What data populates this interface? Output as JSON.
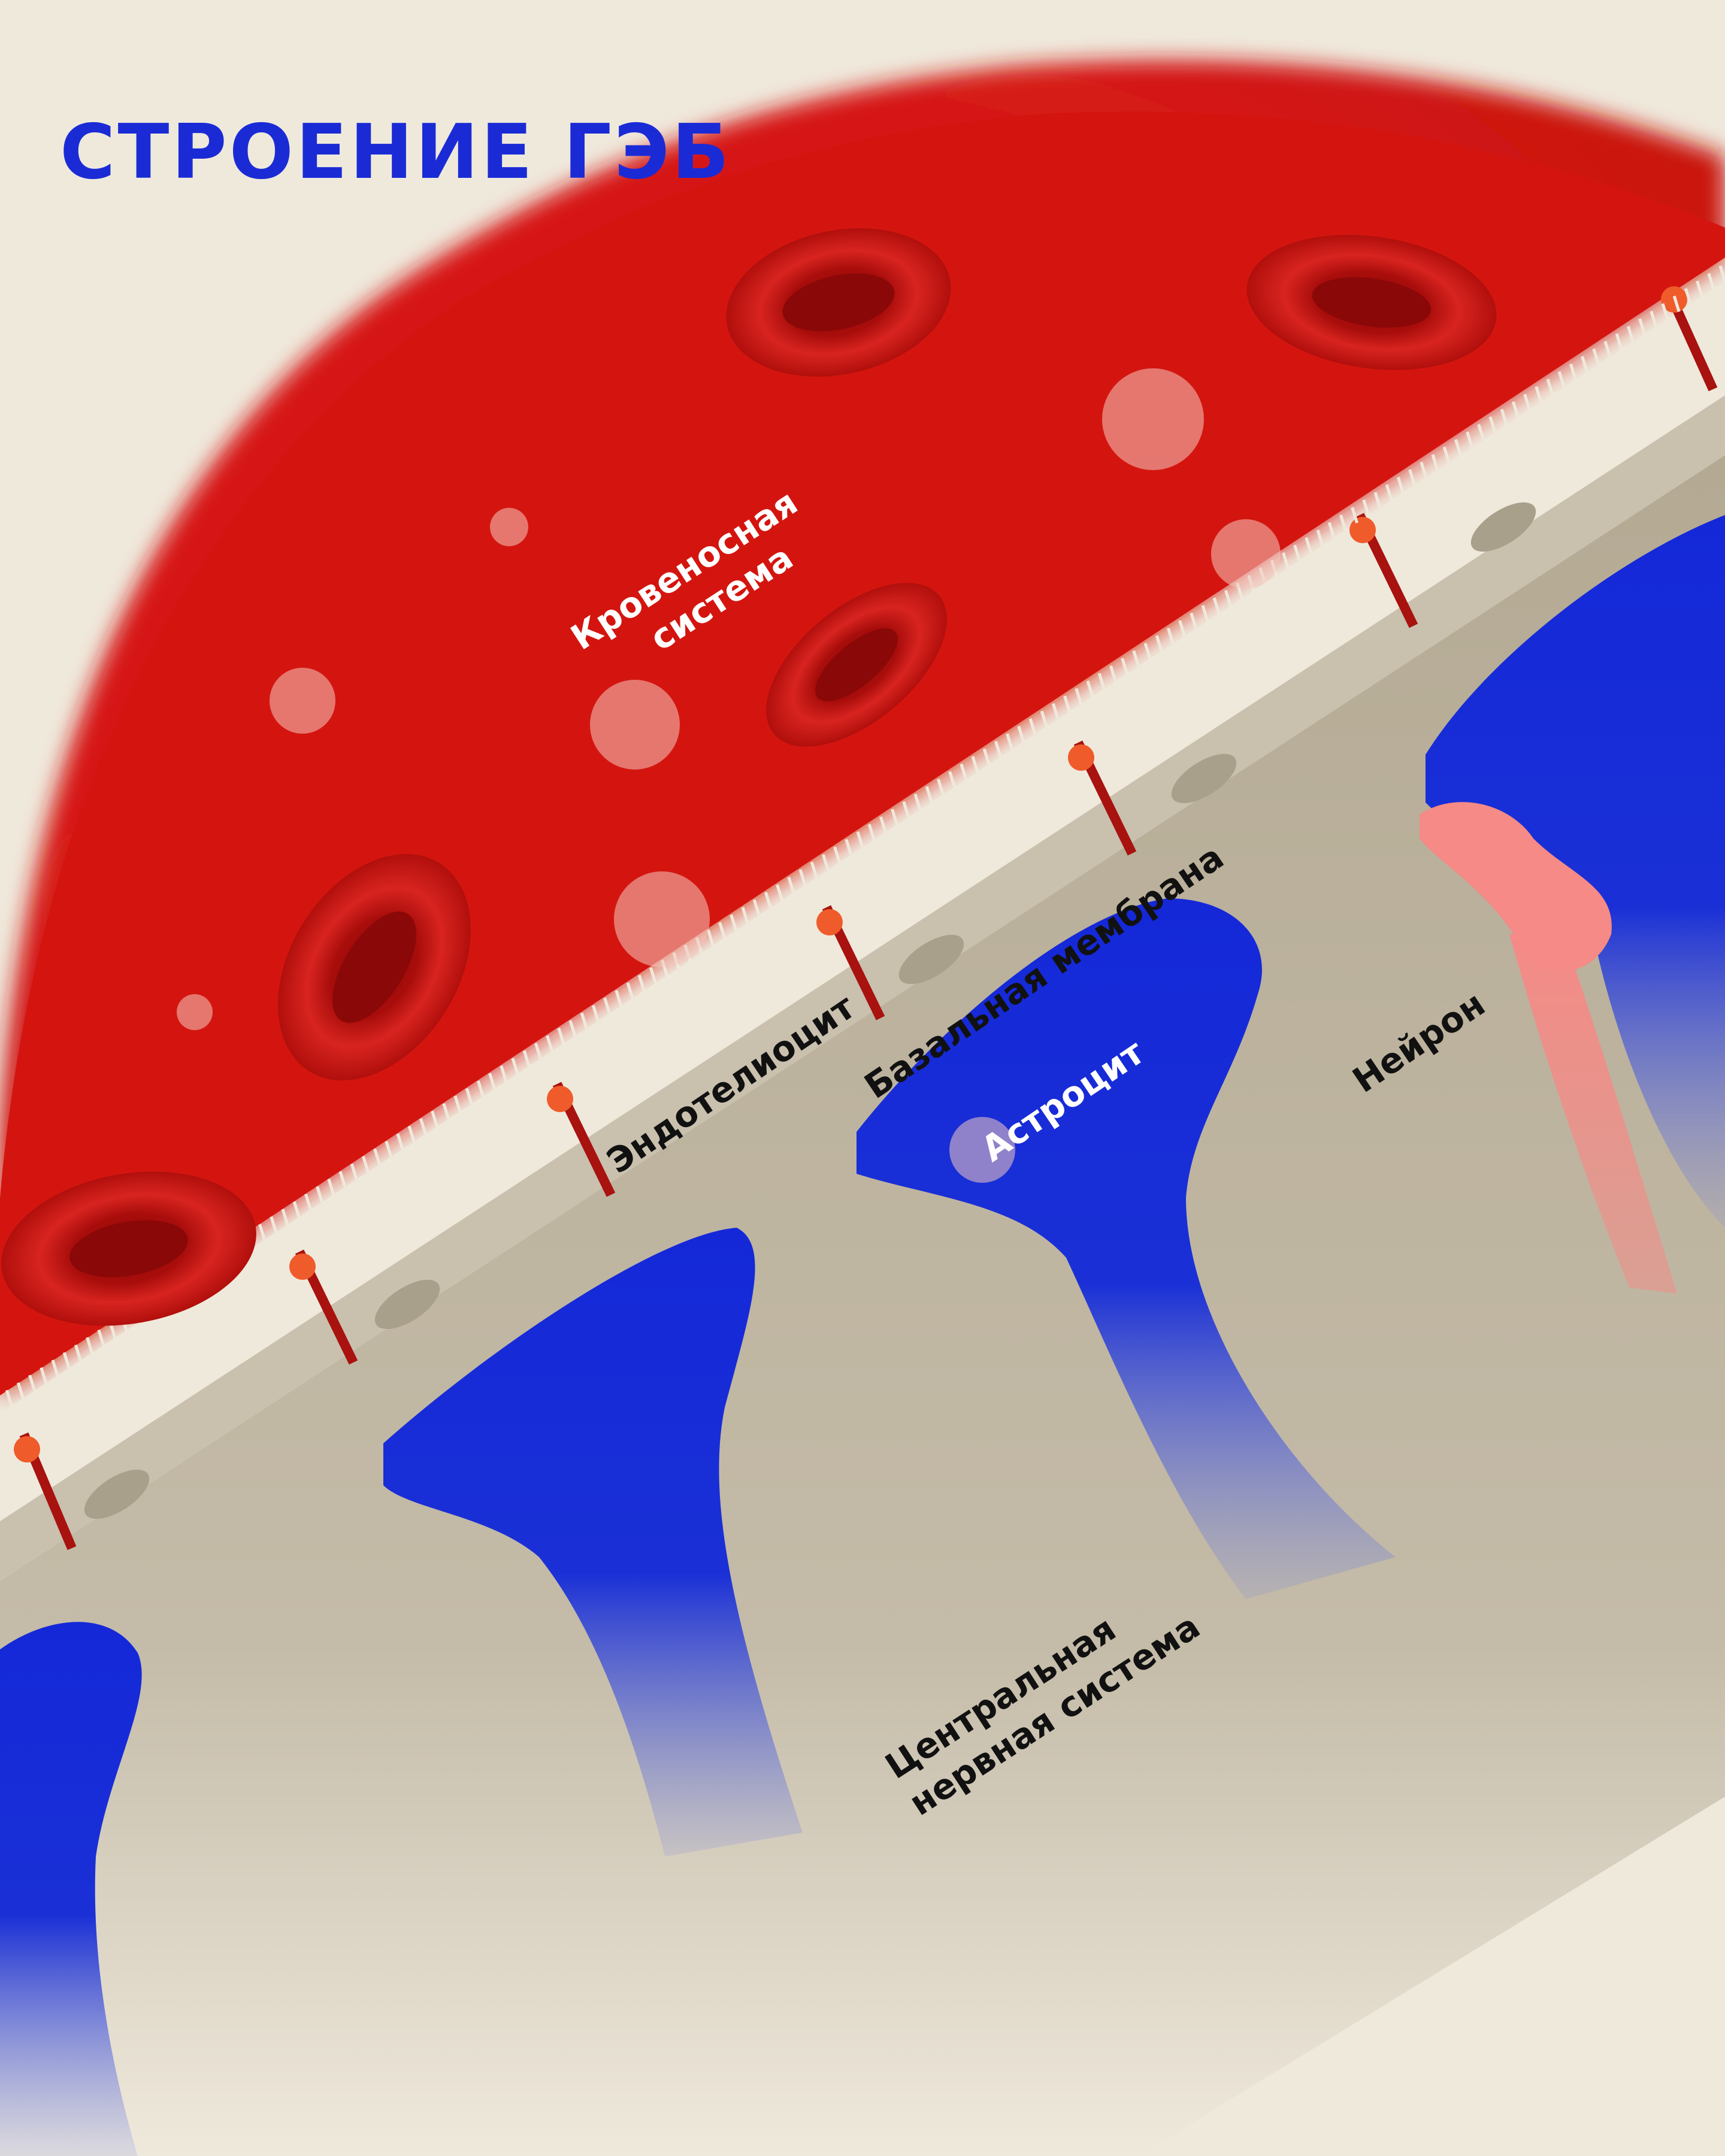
{
  "title": "СТРОЕНИЕ ГЭБ",
  "labels": {
    "blood_system": [
      "Кровеносная",
      "система"
    ],
    "endothelial_cell": "Эндотелиоцит",
    "basal_membrane": "Базальная мембрана",
    "astrocyte": "Астроцит",
    "neuron": "Нейрон",
    "cns": [
      "Центральная",
      "нервная система"
    ]
  },
  "colors": {
    "blood": "#d41a14",
    "astrocyte": "#1428d8",
    "neuron": "#f58a86",
    "endothelium": "#efe9dc",
    "tissue": "#b5ab96",
    "title": "#1a2bd6"
  }
}
